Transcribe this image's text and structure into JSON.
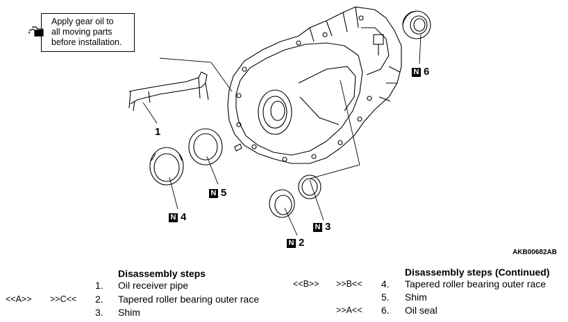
{
  "note": {
    "text": "Apply gear oil to\nall moving parts\nbefore installation.",
    "icon": "oil-can-icon"
  },
  "callouts": [
    {
      "num": "1",
      "new_part": false
    },
    {
      "num": "2",
      "new_part": true,
      "badge": "N"
    },
    {
      "num": "3",
      "new_part": true,
      "badge": "N"
    },
    {
      "num": "4",
      "new_part": true,
      "badge": "N"
    },
    {
      "num": "5",
      "new_part": true,
      "badge": "N"
    },
    {
      "num": "6",
      "new_part": true,
      "badge": "N"
    }
  ],
  "figure_code": "AKB00682AB",
  "left_steps": {
    "title": "Disassembly steps",
    "steps": [
      {
        "num": "1.",
        "text": "Oil receiver pipe",
        "ref_a": "",
        "ref_b": ""
      },
      {
        "num": "2.",
        "text": "Tapered roller bearing outer race",
        "ref_a": "<<A>>",
        "ref_b": ">>C<<"
      },
      {
        "num": "3.",
        "text": "Shim",
        "ref_a": "",
        "ref_b": ""
      }
    ]
  },
  "right_steps": {
    "title": "Disassembly steps (Continued)",
    "steps": [
      {
        "num": "4.",
        "text": "Tapered roller bearing outer race",
        "ref_a": "<<B>>",
        "ref_b": ">>B<<"
      },
      {
        "num": "5.",
        "text": "Shim",
        "ref_a": "",
        "ref_b": ""
      },
      {
        "num": "6.",
        "text": "Oil seal",
        "ref_a": "",
        "ref_b": ">>A<<"
      }
    ]
  }
}
